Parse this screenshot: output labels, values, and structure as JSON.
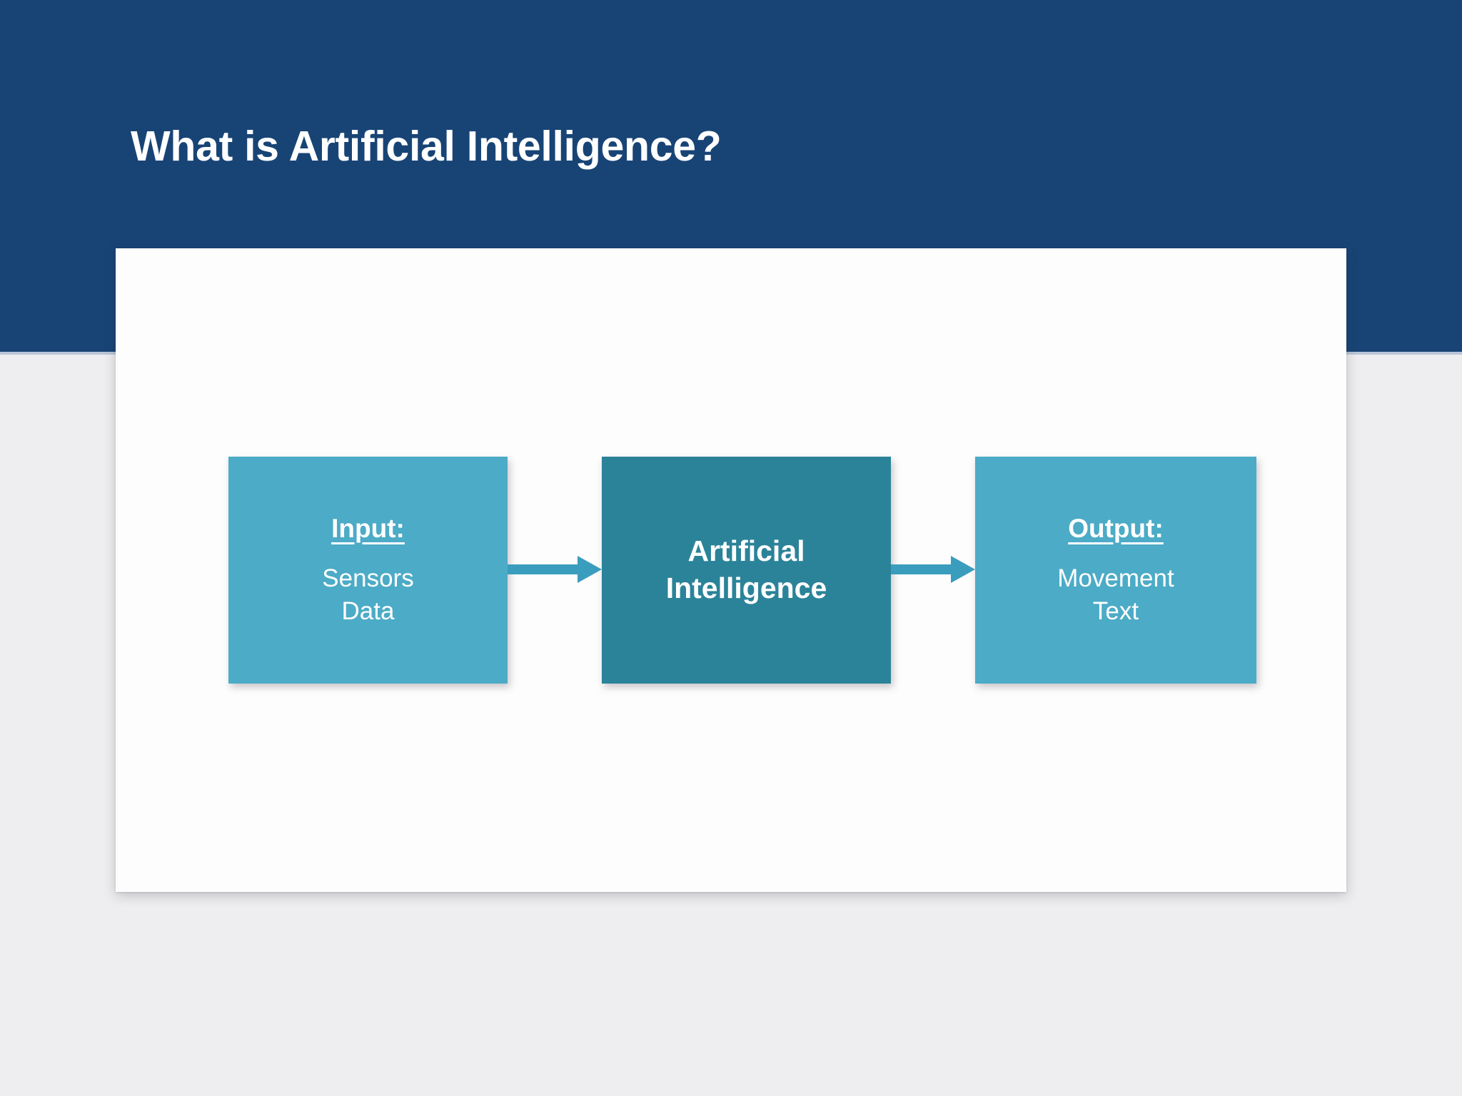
{
  "slide": {
    "title": "What is Artificial Intelligence?",
    "background_color": "#eeedef",
    "header_color": "#184475",
    "card_color": "#fdfdfd"
  },
  "diagram": {
    "accent_color": "#4cabc6",
    "accent_dark_color": "#2b8399",
    "arrow_color": "#3b9dbd",
    "nodes": [
      {
        "id": "input",
        "heading": "Input:",
        "lines": [
          "Sensors",
          "Data"
        ],
        "color": "#4cabc6"
      },
      {
        "id": "process",
        "heading": "",
        "lines": [
          "Artificial",
          "Intelligence"
        ],
        "color": "#2b8399"
      },
      {
        "id": "output",
        "heading": "Output:",
        "lines": [
          "Movement",
          "Text"
        ],
        "color": "#4cabc6"
      }
    ],
    "arrows": [
      {
        "id": "input-to-process",
        "from": "input",
        "to": "process"
      },
      {
        "id": "process-to-output",
        "from": "process",
        "to": "output"
      }
    ]
  }
}
